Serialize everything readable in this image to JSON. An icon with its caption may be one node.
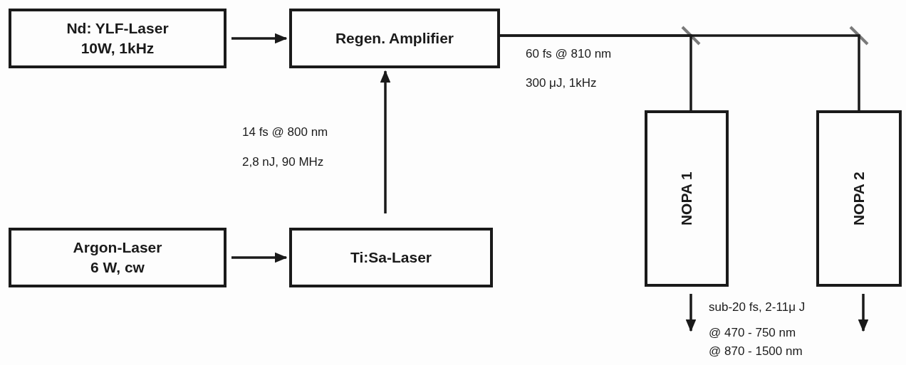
{
  "diagram": {
    "nodes": [
      {
        "text": [
          "Nd: YLF-Laser",
          "10W, 1kHz"
        ]
      },
      {
        "text": [
          "Regen. Amplifier"
        ]
      },
      {
        "text": [
          "Argon-Laser",
          "6 W, cw"
        ]
      },
      {
        "text": [
          "Ti:Sa-Laser"
        ]
      },
      {
        "text": [
          "NOPA 1"
        ]
      },
      {
        "text": [
          "NOPA 2"
        ]
      }
    ],
    "edges": [
      {
        "from": 0,
        "to": 1,
        "arrow": "to"
      },
      {
        "from": 2,
        "to": 3,
        "arrow": "to"
      },
      {
        "from": 3,
        "to": 1,
        "arrow": "to"
      },
      {
        "from": 1,
        "to": 4,
        "arrow": "none"
      },
      {
        "from": 1,
        "to": 5,
        "arrow": "none"
      },
      {
        "from": 4,
        "to": null,
        "arrow": "to"
      },
      {
        "from": 5,
        "to": null,
        "arrow": "to"
      }
    ],
    "labels": [
      "60 fs @ 810 nm",
      "300 μJ, 1kHz",
      "14 fs @ 800 nm",
      "2,8 nJ, 90 MHz",
      "sub-20 fs, 2-11μ J",
      "@ 470 - 750 nm",
      "@ 870 - 1500 nm"
    ]
  }
}
